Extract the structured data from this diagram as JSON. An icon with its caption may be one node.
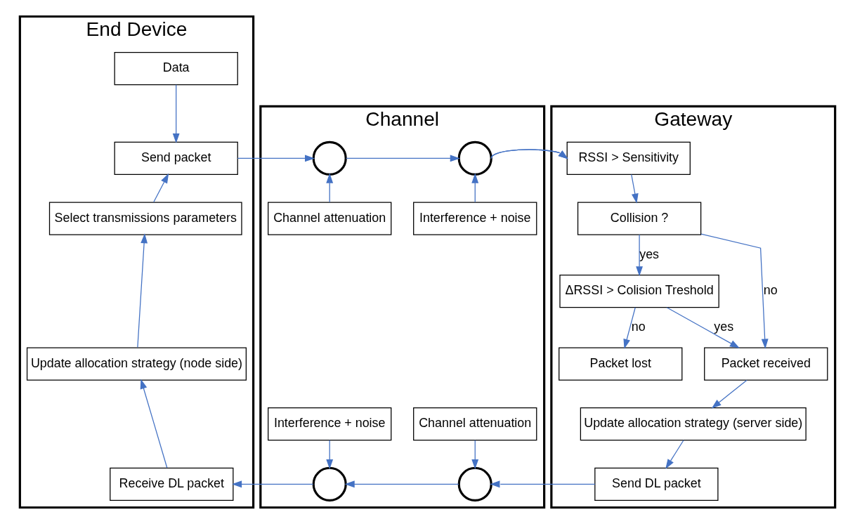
{
  "diagram": {
    "nodes": [
      {
        "text": [
          "End Device"
        ]
      },
      {
        "text": [
          "Data"
        ],
        "in": 0
      },
      {
        "text": [
          "Send packet"
        ],
        "in": 0
      },
      {
        "text": [
          "Select transmissions parameters"
        ],
        "in": 0
      },
      {
        "text": [
          "Update allocation strategy (node side)"
        ],
        "in": 0
      },
      {
        "text": [
          "Receive DL packet"
        ],
        "in": 0
      },
      {
        "text": [
          "Channel"
        ]
      },
      {
        "text": [],
        "shape": "circle",
        "in": 6
      },
      {
        "text": [],
        "shape": "circle",
        "in": 6
      },
      {
        "text": [
          "Channel attenuation"
        ],
        "in": 6
      },
      {
        "text": [
          "Interference + noise"
        ],
        "in": 6
      },
      {
        "text": [
          "Interference + noise"
        ],
        "in": 6
      },
      {
        "text": [
          "Channel attenuation"
        ],
        "in": 6
      },
      {
        "text": [],
        "shape": "circle",
        "in": 6
      },
      {
        "text": [],
        "shape": "circle",
        "in": 6
      },
      {
        "text": [
          "Gateway"
        ]
      },
      {
        "text": [
          "RSSI > Sensitivity"
        ],
        "in": 15
      },
      {
        "text": [
          "Collision ?"
        ],
        "in": 15
      },
      {
        "text": [
          "ΔRSSI > Colision Treshold"
        ],
        "in": 15
      },
      {
        "text": [
          "Packet received"
        ],
        "in": 15
      },
      {
        "text": [
          "Packet lost"
        ],
        "in": 15
      },
      {
        "text": [
          "Update allocation strategy (server side)"
        ],
        "in": 15
      },
      {
        "text": [
          "Send DL packet"
        ],
        "in": 15
      }
    ],
    "edges": [
      {
        "from": 1,
        "to": 2,
        "arrow": "to"
      },
      {
        "from": 3,
        "to": 2,
        "arrow": "to"
      },
      {
        "from": 4,
        "to": 3,
        "arrow": "to"
      },
      {
        "from": 5,
        "to": 4,
        "arrow": "to"
      },
      {
        "from": 2,
        "to": 7,
        "arrow": "to"
      },
      {
        "from": 9,
        "to": 7,
        "arrow": "to"
      },
      {
        "from": 7,
        "to": 8,
        "arrow": "to"
      },
      {
        "from": 10,
        "to": 8,
        "arrow": "to"
      },
      {
        "from": 8,
        "to": 16,
        "arrow": "to"
      },
      {
        "from": 16,
        "to": 17,
        "arrow": "to"
      },
      {
        "from": 17,
        "to": 18,
        "label": "yes",
        "arrow": "to"
      },
      {
        "from": 17,
        "to": 19,
        "label": "no",
        "arrow": "to"
      },
      {
        "from": 18,
        "to": 19,
        "label": "yes",
        "arrow": "to"
      },
      {
        "from": 18,
        "to": 20,
        "label": "no",
        "arrow": "to"
      },
      {
        "from": 19,
        "to": 21,
        "arrow": "to"
      },
      {
        "from": 21,
        "to": 22,
        "arrow": "to"
      },
      {
        "from": 22,
        "to": 14,
        "arrow": "to"
      },
      {
        "from": 12,
        "to": 14,
        "arrow": "to"
      },
      {
        "from": 14,
        "to": 13,
        "arrow": "to"
      },
      {
        "from": 11,
        "to": 13,
        "arrow": "to"
      },
      {
        "from": 13,
        "to": 5,
        "arrow": "to"
      }
    ]
  }
}
